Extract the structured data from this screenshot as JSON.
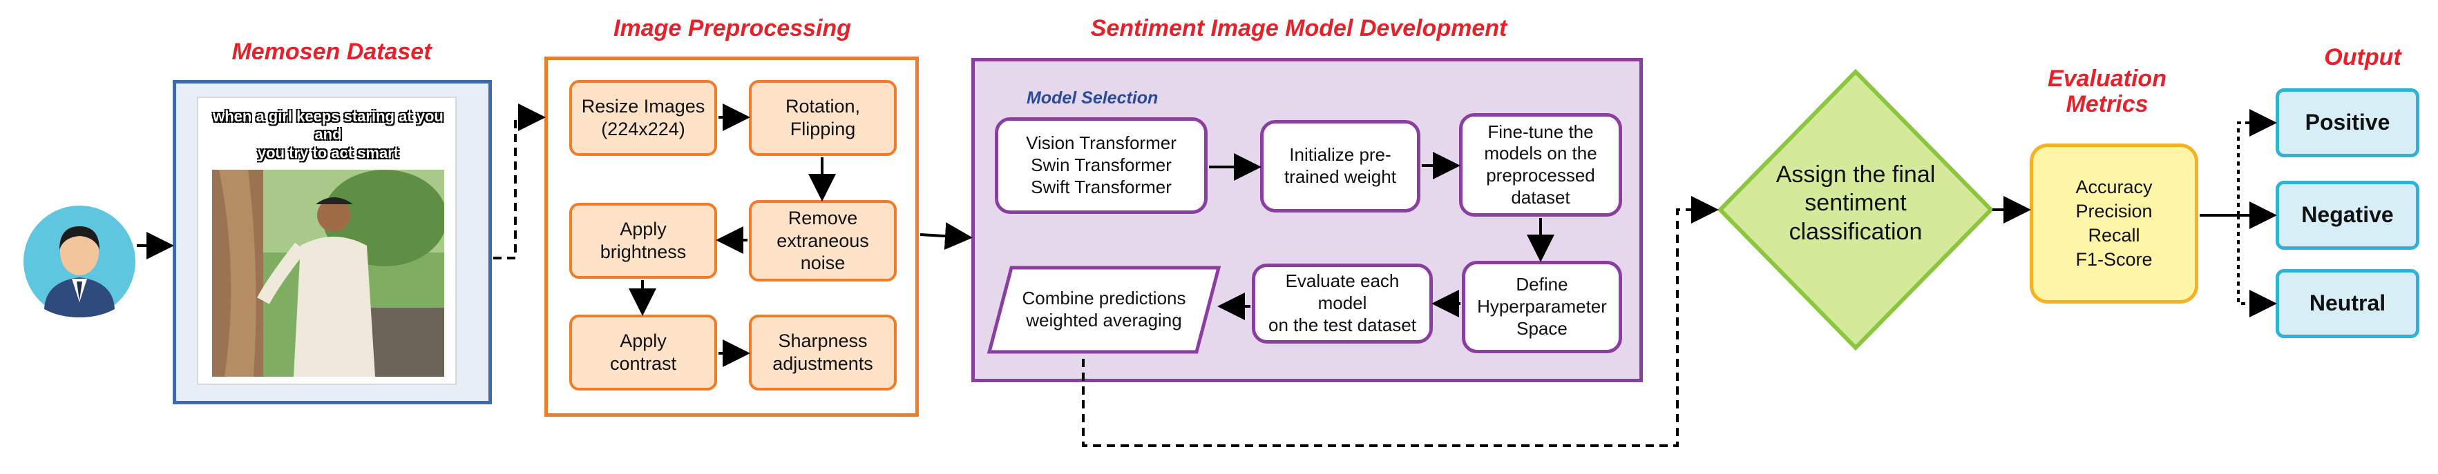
{
  "titles": {
    "dataset": "Memosen Dataset",
    "preprocessing": "Image Preprocessing",
    "model_dev": "Sentiment Image Model Development",
    "evaluation": "Evaluation\nMetrics",
    "output": "Output"
  },
  "meme": {
    "caption": "when a girl keeps staring at you and\nyou try to  act smart"
  },
  "preprocessing": {
    "resize": "Resize Images\n(224x224)",
    "rotation": "Rotation,\nFlipping",
    "remove_noise": "Remove\nextraneous\nnoise",
    "brightness": "Apply\nbrightness",
    "contrast": "Apply\ncontrast",
    "sharpness": "Sharpness\nadjustments"
  },
  "model": {
    "section_label": "Model Selection",
    "transformers": "Vision Transformer\nSwin Transformer\nSwift Transformer",
    "init_weight": "Initialize pre-\ntrained weight",
    "fine_tune": "Fine-tune the\nmodels on the\npreprocessed\ndataset",
    "hyperparameter": "Define\nHyperparameter\nSpace",
    "evaluate": "Evaluate each\nmodel\non the test dataset",
    "combine": "Combine predictions\nweighted averaging"
  },
  "decision": "Assign the final\nsentiment\nclassification",
  "metrics": "Accuracy\nPrecision\nRecall\nF1-Score",
  "outputs": [
    "Positive",
    "Negative",
    "Neutral"
  ],
  "colors": {
    "title_red": "#e8202a",
    "dataset_border": "#3d6bb3",
    "preprocess_orange": "#f07c2a",
    "model_purple": "#8a3fa0",
    "model_fill": "#e6d8ec",
    "decision_green": "#d4e99a",
    "metrics_yellow": "#fff5a6",
    "output_cyan": "#2fb3d3"
  },
  "icons": {
    "user": "user-avatar-icon"
  }
}
